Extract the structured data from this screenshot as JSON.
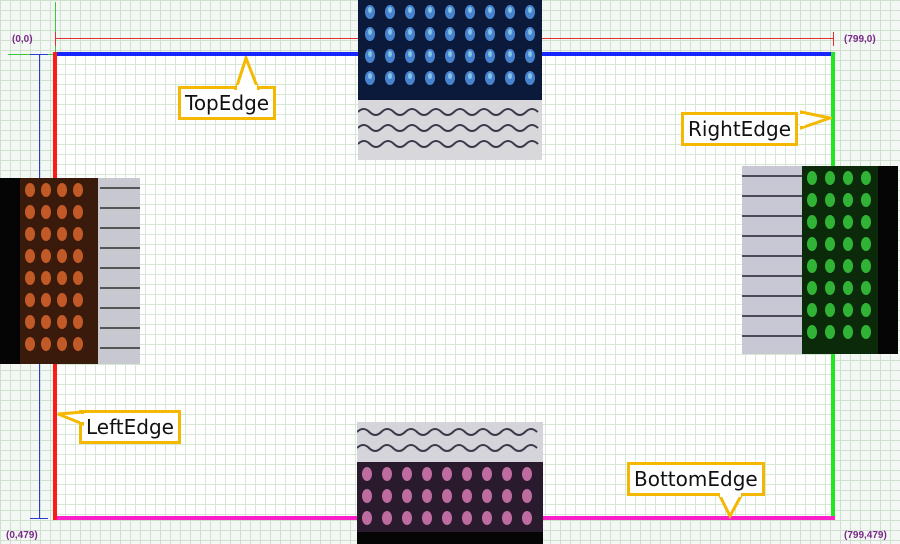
{
  "coords": {
    "top_left": "(0,0)",
    "top_right": "(799,0)",
    "bottom_left": "(0,479)",
    "bottom_right": "(799,479)"
  },
  "callouts": {
    "top": "TopEdge",
    "right": "RightEdge",
    "left": "LeftEdge",
    "bottom": "BottomEdge"
  },
  "colors": {
    "top_edge": "#1726ff",
    "right_edge": "#22e61f",
    "bottom_edge": "#ff1fc9",
    "left_edge": "#ff1a1a",
    "callout_border": "#f5b800"
  }
}
